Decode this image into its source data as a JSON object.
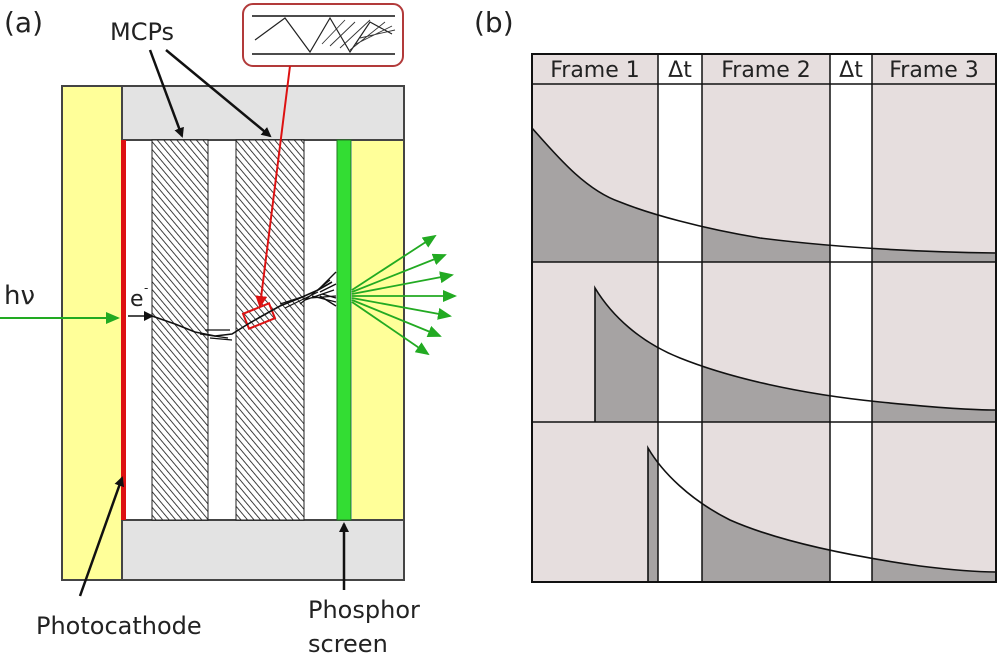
{
  "panel_a": {
    "label": "(a)",
    "mcps_label": "MCPs",
    "photon_label": "hν",
    "electron_label": "e",
    "electron_superscript": "-",
    "photocathode_label": "Photocathode",
    "phosphor_line1": "Phosphor",
    "phosphor_line2": "screen",
    "colors": {
      "yellow": "#ffff99",
      "gray": "#e3e3e3",
      "red": "#dd1111",
      "green": "#33dd33",
      "arrow_green": "#22aa22",
      "callout": "#b23a3a"
    }
  },
  "panel_b": {
    "label": "(b)",
    "headers": [
      "Frame 1",
      "Δt",
      "Frame 2",
      "Δt",
      "Frame 3"
    ],
    "colors": {
      "frame_bg": "#e6dede",
      "gap_bg": "#ffffff",
      "fill": "#a6a3a3"
    }
  }
}
